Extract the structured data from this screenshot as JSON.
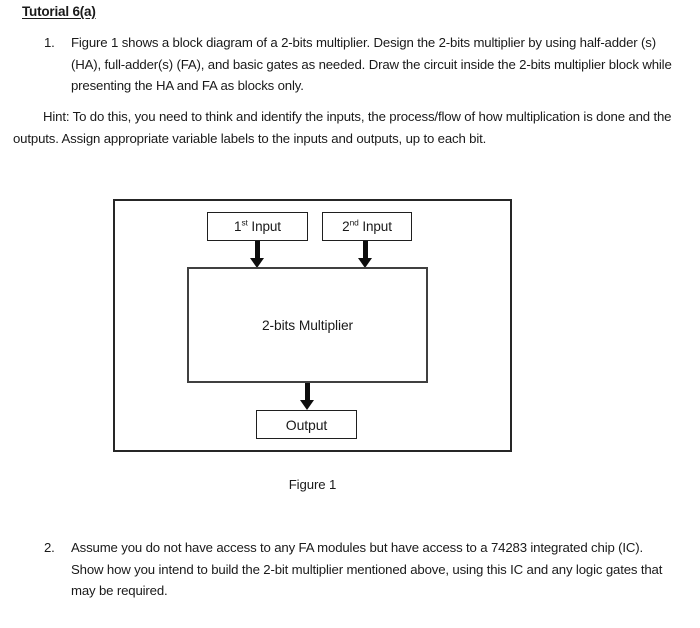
{
  "document": {
    "title": "Tutorial 6(a)"
  },
  "questions": [
    {
      "number": "1.",
      "text": "Figure 1 shows a block diagram of a 2-bits multiplier. Design the 2-bits multiplier by using half-adder (s) (HA), full-adder(s) (FA), and basic gates as needed. Draw the circuit inside the 2-bits multiplier block while presenting the HA and FA as blocks only."
    },
    {
      "number": "2.",
      "text": "Assume you do not have access to any FA modules but have access to a 74283 integrated chip (IC). Show how you intend to build the 2-bit multiplier mentioned above, using this IC and any logic gates that may be required."
    }
  ],
  "hint": {
    "text": "Hint: To do this, you need to think and identify the inputs, the process/flow of how multiplication is done and the outputs. Assign appropriate variable labels to the inputs and outputs, up to each bit."
  },
  "figure": {
    "caption": "Figure 1",
    "blocks": {
      "input_1": {
        "prefix": "1",
        "ordinal": "st",
        "suffix": " Input"
      },
      "input_2": {
        "prefix": "2",
        "ordinal": "nd",
        "suffix": " Input"
      },
      "multiplier": "2-bits Multiplier",
      "output": "Output"
    },
    "colors": {
      "frame_border": "#262626",
      "block_border": "#404040",
      "box_border": "#1f1f1f",
      "arrow": "#0d0d0d",
      "background": "#ffffff",
      "text": "#1a1a1a"
    }
  }
}
